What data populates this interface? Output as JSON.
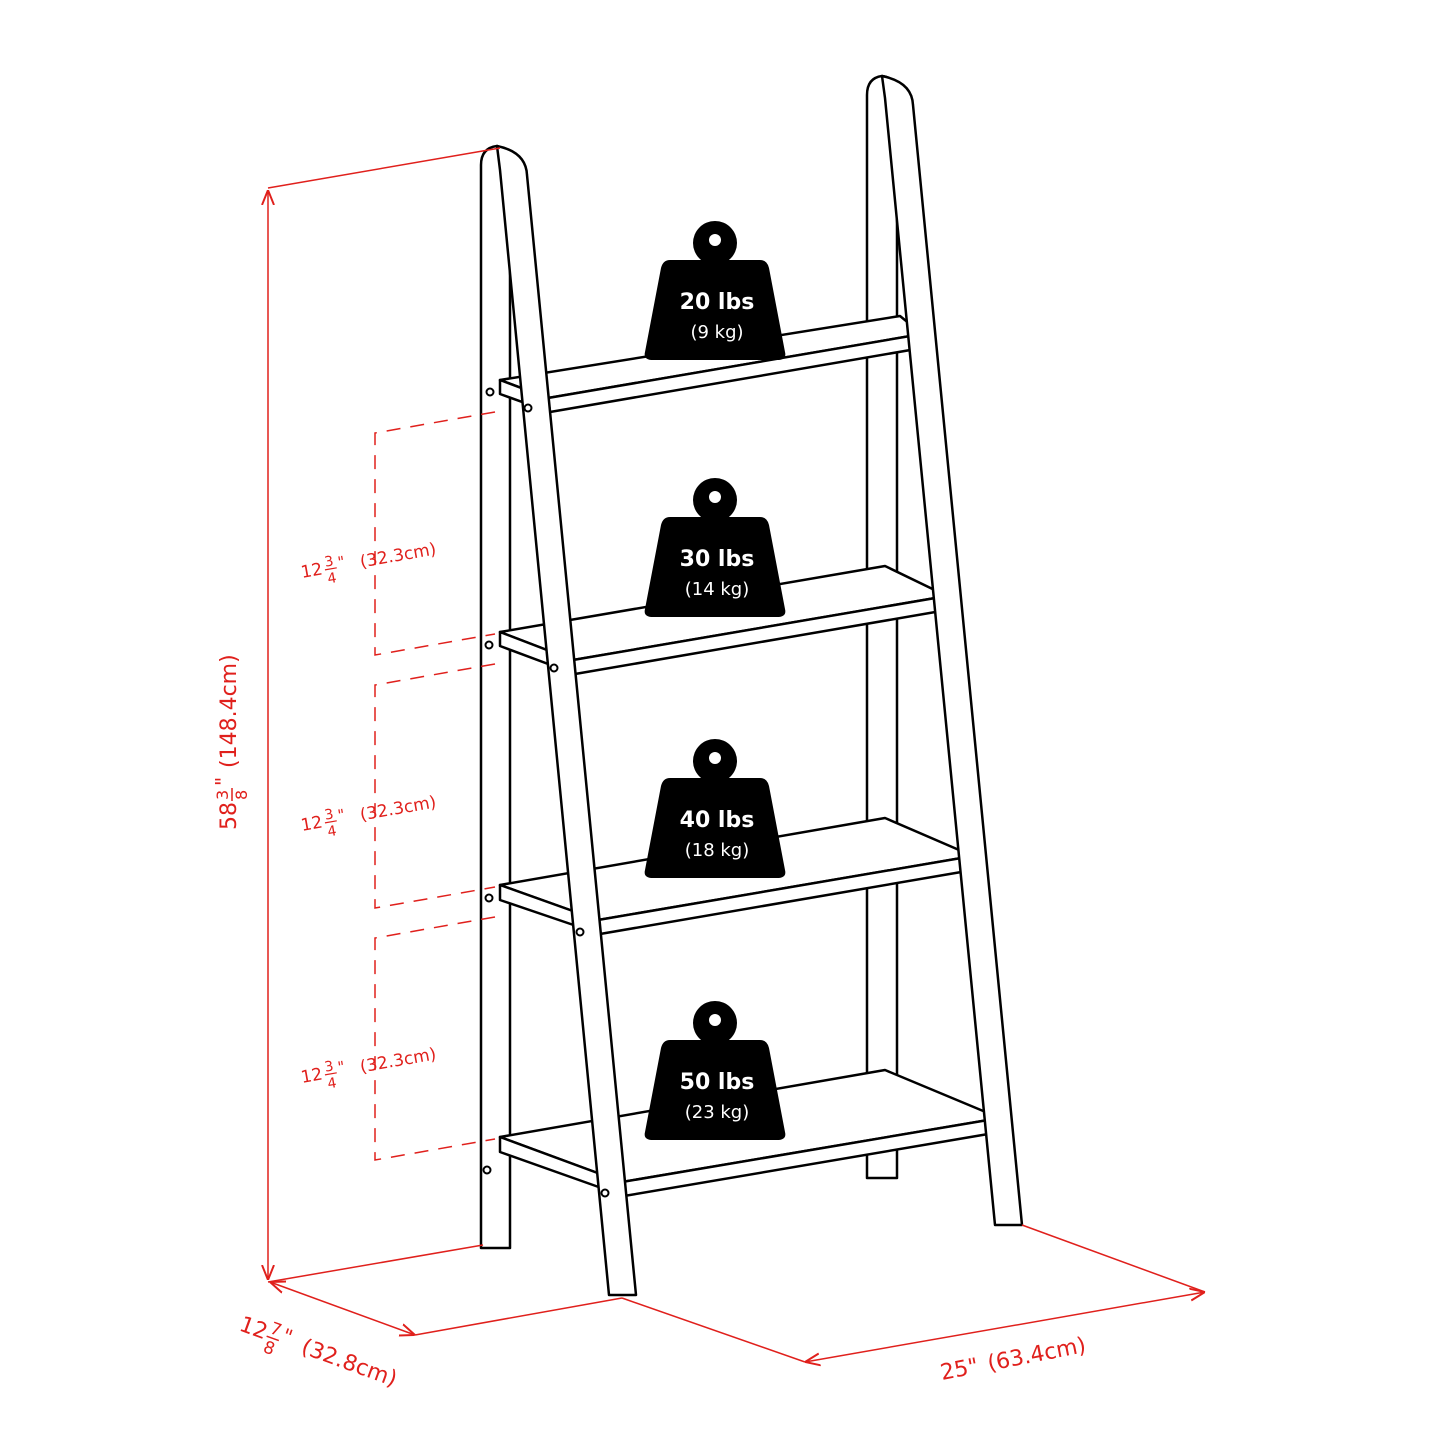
{
  "colors": {
    "dimension": "#e0201c",
    "outline": "#000000",
    "weight_fill": "#000000"
  },
  "dimensions": {
    "height": {
      "whole": "58",
      "num": "3",
      "den": "8",
      "unit": "\"",
      "metric": "(148.4cm)"
    },
    "depth": {
      "whole": "12",
      "num": "7",
      "den": "8",
      "unit": "\"",
      "metric": "(32.8cm)"
    },
    "width": {
      "label": "25\"",
      "metric": "(63.4cm)"
    },
    "shelf_spacing": [
      {
        "whole": "12",
        "num": "3",
        "den": "4",
        "unit": "\"",
        "metric": "(32.3cm)"
      },
      {
        "whole": "12",
        "num": "3",
        "den": "4",
        "unit": "\"",
        "metric": "(32.3cm)"
      },
      {
        "whole": "12",
        "num": "3",
        "den": "4",
        "unit": "\"",
        "metric": "(32.3cm)"
      }
    ]
  },
  "weights": [
    {
      "lbs": "20 lbs",
      "kg": "(9 kg)",
      "icon": "weight-icon"
    },
    {
      "lbs": "30 lbs",
      "kg": "(14 kg)",
      "icon": "weight-icon"
    },
    {
      "lbs": "40 lbs",
      "kg": "(18 kg)",
      "icon": "weight-icon"
    },
    {
      "lbs": "50 lbs",
      "kg": "(23 kg)",
      "icon": "weight-icon"
    }
  ]
}
